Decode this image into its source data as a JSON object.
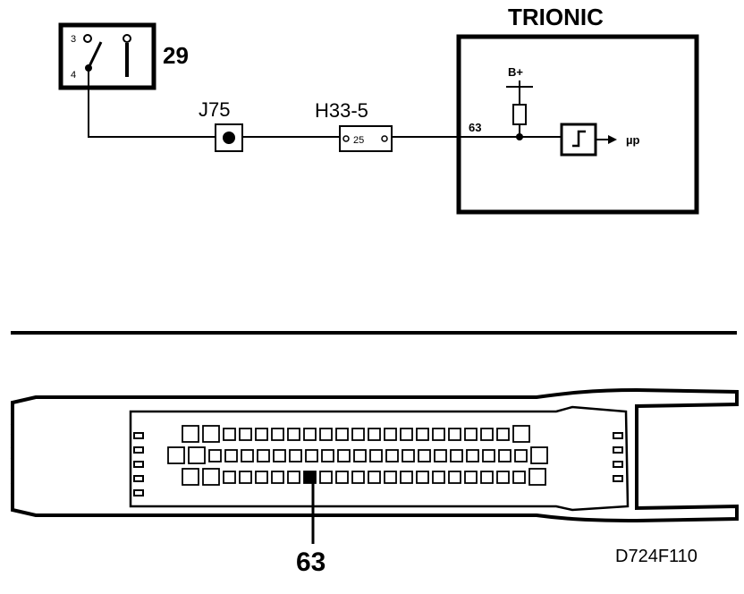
{
  "schematic": {
    "switch_id": "29",
    "switch_pin_3": "3",
    "switch_pin_4": "4",
    "ground_point": "J75",
    "connector": "H33-5",
    "connector_pin": "25",
    "module_title": "TRIONIC",
    "module_pin": "63",
    "supply_label": "B+",
    "output_label": "µp"
  },
  "connector_view": {
    "callout_pin": "63",
    "pin_rows": [
      21,
      23,
      22
    ]
  },
  "figure_code": "D724F110"
}
